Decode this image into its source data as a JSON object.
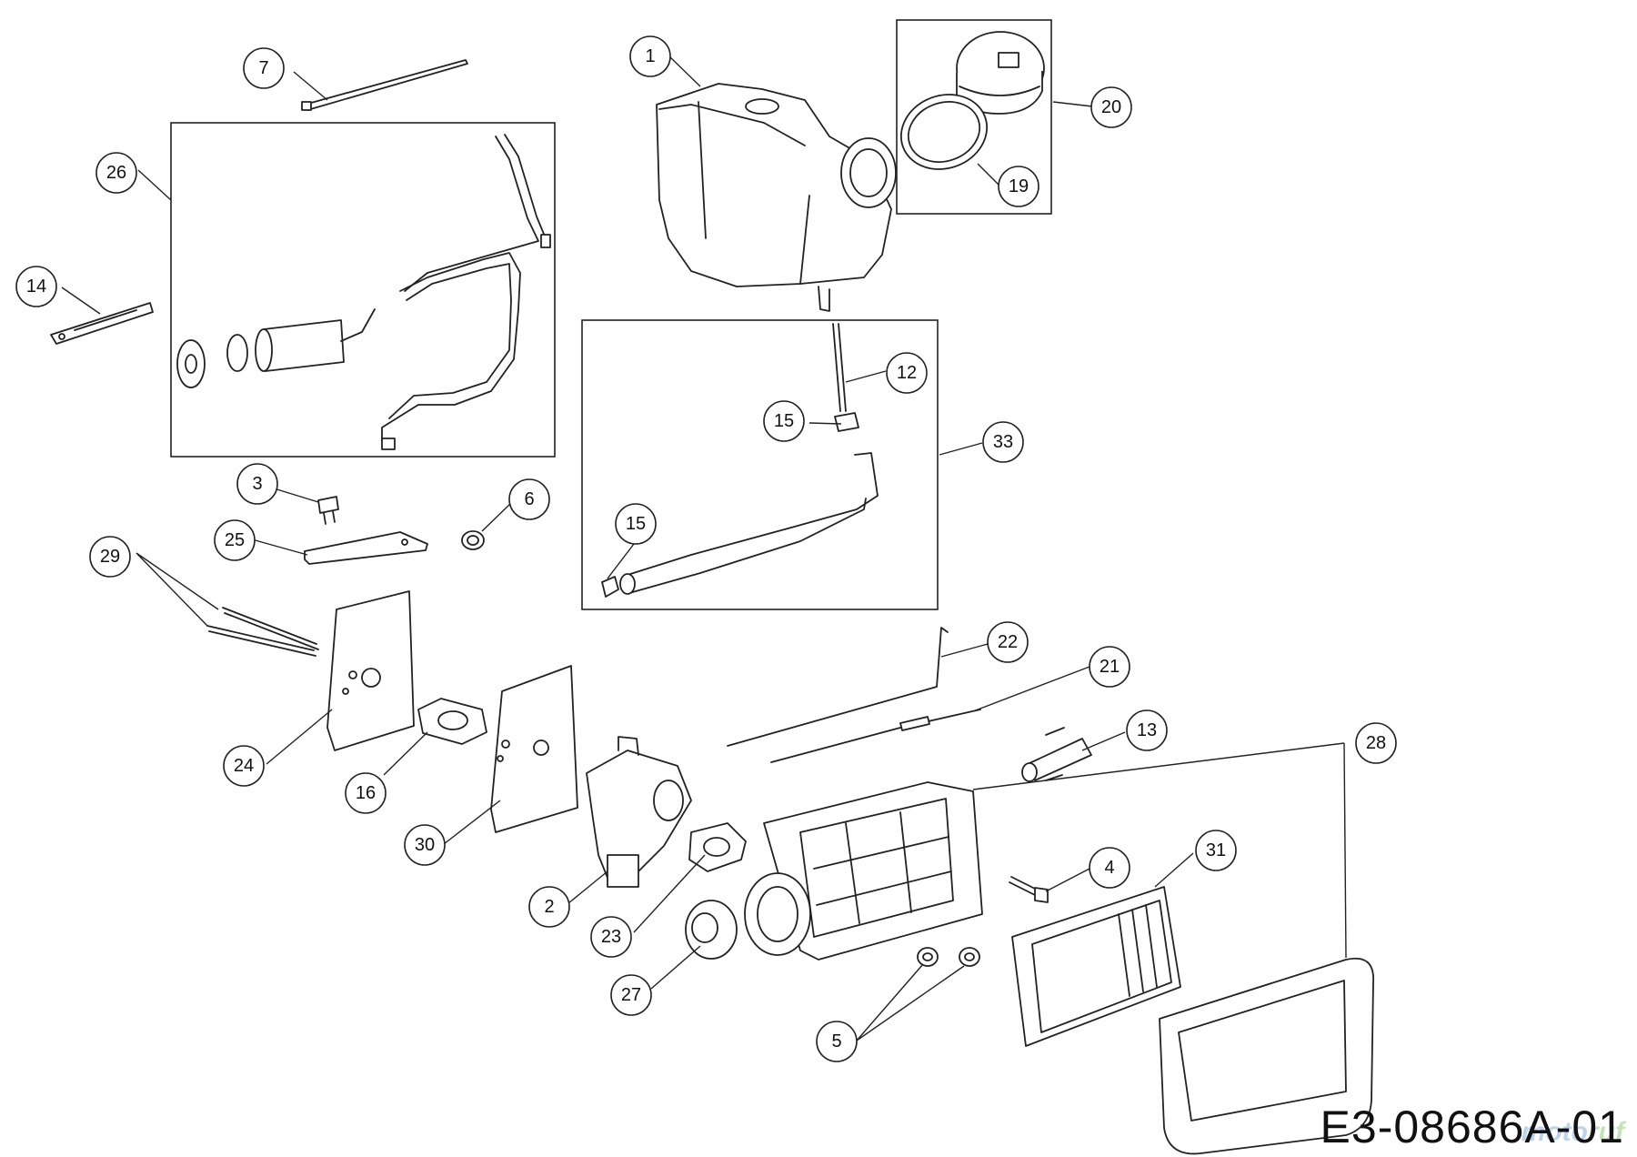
{
  "diagram": {
    "drawing_number": "E3-08686A-01",
    "watermark_part1": "moto",
    "watermark_part2": "ruf"
  },
  "callouts": [
    {
      "id": "c1",
      "label": "1"
    },
    {
      "id": "c2",
      "label": "2"
    },
    {
      "id": "c3",
      "label": "3"
    },
    {
      "id": "c4",
      "label": "4"
    },
    {
      "id": "c5",
      "label": "5"
    },
    {
      "id": "c6",
      "label": "6"
    },
    {
      "id": "c7",
      "label": "7"
    },
    {
      "id": "c12",
      "label": "12"
    },
    {
      "id": "c13",
      "label": "13"
    },
    {
      "id": "c14",
      "label": "14"
    },
    {
      "id": "c15a",
      "label": "15"
    },
    {
      "id": "c15b",
      "label": "15"
    },
    {
      "id": "c16",
      "label": "16"
    },
    {
      "id": "c19",
      "label": "19"
    },
    {
      "id": "c20",
      "label": "20"
    },
    {
      "id": "c21",
      "label": "21"
    },
    {
      "id": "c22",
      "label": "22"
    },
    {
      "id": "c23",
      "label": "23"
    },
    {
      "id": "c24",
      "label": "24"
    },
    {
      "id": "c25",
      "label": "25"
    },
    {
      "id": "c26",
      "label": "26"
    },
    {
      "id": "c27",
      "label": "27"
    },
    {
      "id": "c28",
      "label": "28"
    },
    {
      "id": "c29",
      "label": "29"
    },
    {
      "id": "c30",
      "label": "30"
    },
    {
      "id": "c31",
      "label": "31"
    },
    {
      "id": "c33",
      "label": "33"
    }
  ]
}
